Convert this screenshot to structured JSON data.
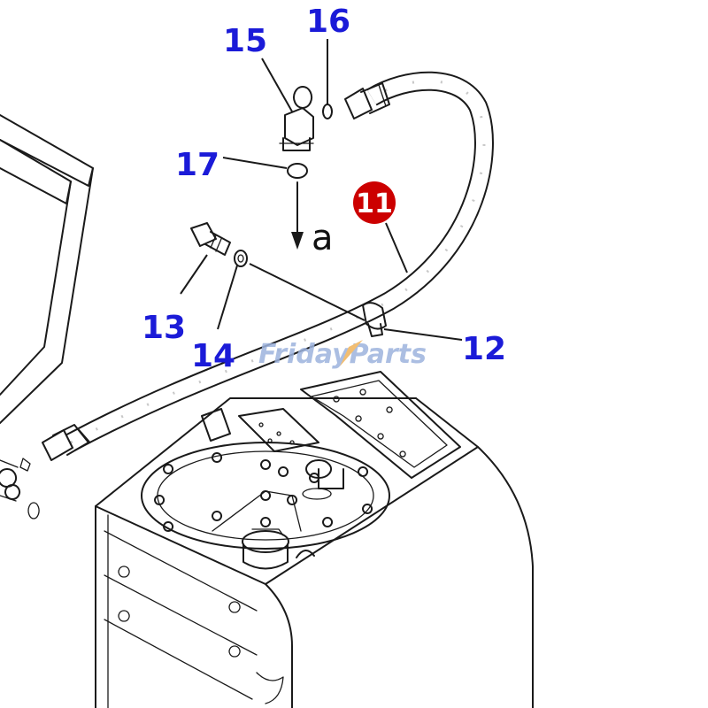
{
  "callouts": {
    "c11": "11",
    "c12": "12",
    "c13": "13",
    "c14": "14",
    "c15": "15",
    "c16": "16",
    "c17": "17"
  },
  "view_marker": "a",
  "watermark": {
    "part1": "Friday",
    "part2": "Parts"
  },
  "colors": {
    "callout_text": "#1b1bd8",
    "highlight_fill": "#cc0000",
    "line_art": "#1a1a1a",
    "watermark_blue": "#9db3dd",
    "watermark_orange": "#f0b35a",
    "background": "#ffffff"
  }
}
